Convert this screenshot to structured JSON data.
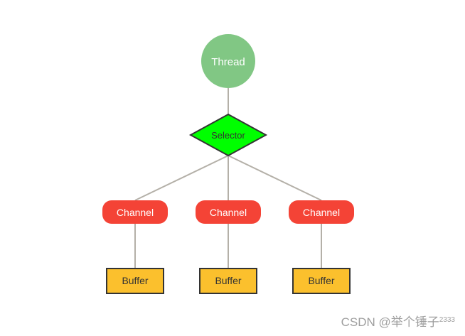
{
  "diagram": {
    "nodes": [
      {
        "id": "thread",
        "label": "Thread",
        "shape": "circle",
        "fill": "#81c784"
      },
      {
        "id": "selector",
        "label": "Selector",
        "shape": "diamond",
        "fill": "#00ff00"
      },
      {
        "id": "channel1",
        "label": "Channel",
        "shape": "rounded-rect",
        "fill": "#f44336"
      },
      {
        "id": "channel2",
        "label": "Channel",
        "shape": "rounded-rect",
        "fill": "#f44336"
      },
      {
        "id": "channel3",
        "label": "Channel",
        "shape": "rounded-rect",
        "fill": "#f44336"
      },
      {
        "id": "buffer1",
        "label": "Buffer",
        "shape": "rect",
        "fill": "#fbc02d"
      },
      {
        "id": "buffer2",
        "label": "Buffer",
        "shape": "rect",
        "fill": "#fbc02d"
      },
      {
        "id": "buffer3",
        "label": "Buffer",
        "shape": "rect",
        "fill": "#fbc02d"
      }
    ],
    "edges": [
      [
        "thread",
        "selector"
      ],
      [
        "selector",
        "channel1"
      ],
      [
        "selector",
        "channel2"
      ],
      [
        "selector",
        "channel3"
      ],
      [
        "channel1",
        "buffer1"
      ],
      [
        "channel2",
        "buffer2"
      ],
      [
        "channel3",
        "buffer3"
      ]
    ],
    "edge_color": "#b4b0a8"
  },
  "watermark": {
    "text": "CSDN @举个锤子",
    "suffix": "2333"
  }
}
